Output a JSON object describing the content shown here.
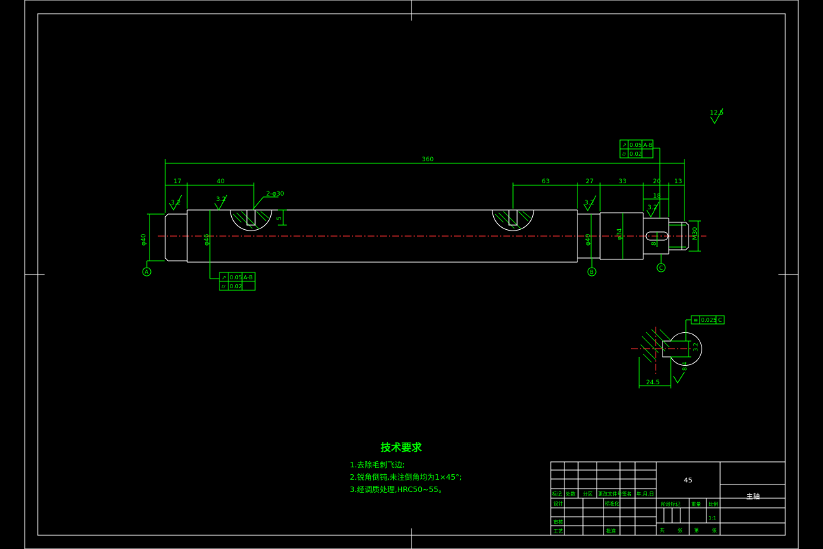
{
  "drawing": {
    "dimensions": {
      "overall": "360",
      "d_17": "17",
      "d_40": "40",
      "d_63": "63",
      "d_27": "27",
      "d_33": "33",
      "d_20": "20",
      "d_13": "13",
      "d_18": "18",
      "slot": "2-φ30",
      "slot_depth": "5",
      "dia_left": "φ40",
      "dia_body": "φ46",
      "dia_mid": "φ40",
      "dia_right_step": "φ34",
      "dia_thread": "M30",
      "key_width": "24.5",
      "key_depth": "8",
      "section_dim": "8.4",
      "section_dim2": "3.2"
    },
    "roughness": {
      "r1": "3.2",
      "r2": "3.2",
      "r3": "3.2",
      "r4": "3.2",
      "general": "12.5"
    },
    "datums": {
      "a": "A",
      "b": "B",
      "c": "C"
    },
    "tolerance_left": {
      "row1_sym": "↗",
      "row1_val": "0.05",
      "row1_ref": "A-B",
      "row2_sym": "⌭",
      "row2_val": "0.02"
    },
    "tolerance_right": {
      "row1_sym": "↗",
      "row1_val": "0.05",
      "row1_ref": "A-B",
      "row2_sym": "⌭",
      "row2_val": "0.02"
    },
    "tolerance_section": {
      "sym": "≡",
      "val": "0.025",
      "ref": "C"
    }
  },
  "tech": {
    "title": "技术要求",
    "items": [
      "1.去除毛刺飞边;",
      "2.锐角倒钝,未注倒角均为1×45°;",
      "3.经调质处理,HRC50~55。"
    ]
  },
  "title_block": {
    "material": "45",
    "part_name": "主轴",
    "scale": "1:1",
    "labels": {
      "mark": "标记",
      "count": "处数",
      "zone": "分区",
      "change_doc": "更改文件号",
      "sign": "签名",
      "date": "年.月.日",
      "design": "设计",
      "standard": "标准化",
      "check": "审核",
      "process": "工艺",
      "approve": "批准",
      "stage_mark": "阶段标记",
      "weight": "重量",
      "ratio": "比例",
      "sheets": "共",
      "sheet": "张",
      "of": "第",
      "sheet2": "张"
    }
  }
}
